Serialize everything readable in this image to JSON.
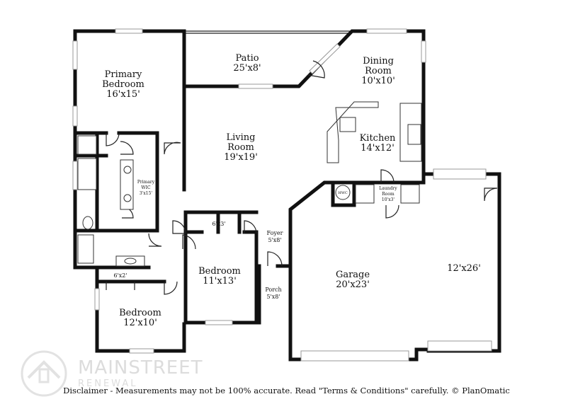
{
  "rooms": {
    "patio": {
      "name": "Patio",
      "size": "25'x8'"
    },
    "dining": {
      "name1": "Dining",
      "name2": "Room",
      "size": "10'x10'"
    },
    "primary_bedroom": {
      "name1": "Primary",
      "name2": "Bedroom",
      "size": "16'x15'"
    },
    "living": {
      "name1": "Living",
      "name2": "Room",
      "size": "19'x19'"
    },
    "kitchen": {
      "name": "Kitchen",
      "size": "14'x12'"
    },
    "primary_wic": {
      "name1": "Primary",
      "name2": "WIC",
      "size": "3'x15'"
    },
    "laundry": {
      "name1": "Laundry",
      "name2": "Room",
      "size": "10'x3'"
    },
    "hwc": {
      "name": "HWC"
    },
    "closet_a": {
      "size": "6'x3'"
    },
    "foyer": {
      "name": "Foyer",
      "size": "5'x8'"
    },
    "bedroom_middle": {
      "name": "Bedroom",
      "size": "11'x13'"
    },
    "garage": {
      "name": "Garage",
      "size": "20'x23'"
    },
    "garage_bay": {
      "size": "12'x26'"
    },
    "closet_b": {
      "size": "6'x2'"
    },
    "porch": {
      "name": "Porch",
      "size": "5'x8'"
    },
    "bedroom_left": {
      "name": "Bedroom",
      "size": "12'x10'"
    }
  },
  "watermark": {
    "line1": "MAINSTREET",
    "line2": "RENEWAL"
  },
  "disclaimer": "Disclaimer - Measurements may not be 100% accurate. Read \"Terms & Conditions\" carefully. © PlanOmatic"
}
